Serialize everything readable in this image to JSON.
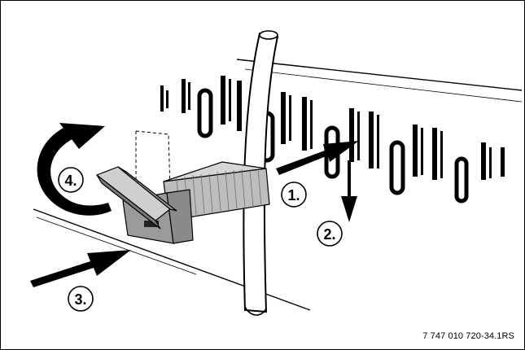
{
  "diagram": {
    "steps": [
      {
        "label": "1."
      },
      {
        "label": "2."
      },
      {
        "label": "3."
      },
      {
        "label": "4."
      }
    ],
    "doc_code": "7 747 010 720-34.1RS"
  },
  "colors": {
    "stroke": "#000000",
    "part_light": "#bdbdbd",
    "part_mid": "#9a9a9a",
    "part_dark": "#6f6f6f",
    "background": "#ffffff"
  }
}
